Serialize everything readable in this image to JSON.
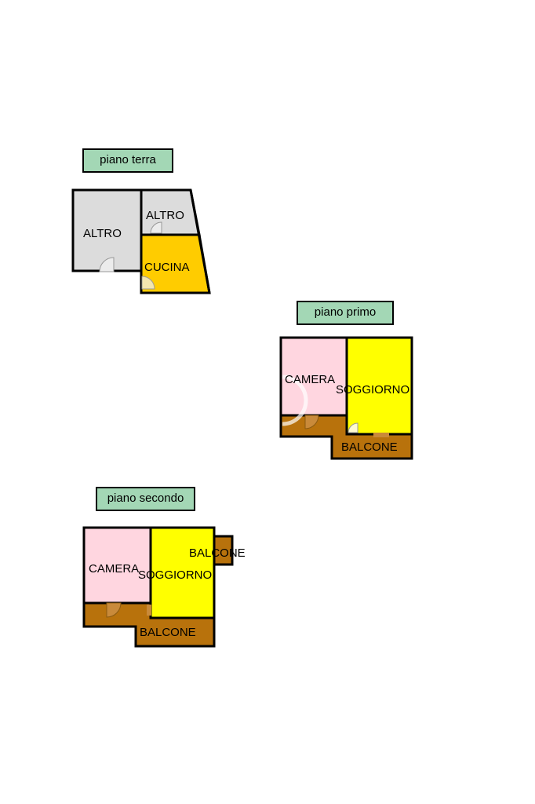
{
  "colors": {
    "altro": "#dcdcdc",
    "cucina": "#ffcc00",
    "camera": "#ffd6e0",
    "soggiorno": "#ffff00",
    "balcone": "#b8720c",
    "floor_label_bg": "#a3d7b5",
    "wall": "#000000"
  },
  "floors": {
    "ground": {
      "label": "piano terra",
      "rooms": {
        "altro_left": "ALTRO",
        "altro_right": "ALTRO",
        "cucina": "CUCINA"
      }
    },
    "first": {
      "label": "piano primo",
      "rooms": {
        "camera": "CAMERA",
        "soggiorno": "SOGGIORNO",
        "balcone": "BALCONE"
      }
    },
    "second": {
      "label": "piano secondo",
      "rooms": {
        "camera": "CAMERA",
        "soggiorno": "SOGGIORNO",
        "balcone_small": "BALCONE",
        "balcone": "BALCONE"
      }
    }
  }
}
